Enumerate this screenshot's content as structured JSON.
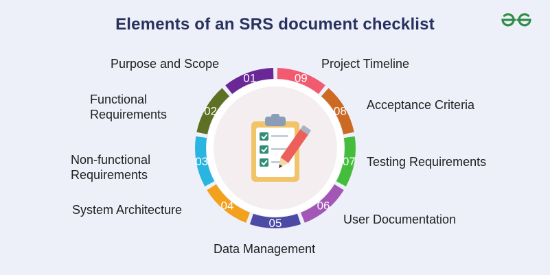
{
  "title": "Elements of an SRS document checklist",
  "brand": {
    "color": "#2f8d46",
    "icon": "geeksforgeeks-logo-icon"
  },
  "center_icon": "clipboard-checklist-pencil-icon",
  "segments": [
    {
      "number": "01",
      "label": "Purpose and Scope",
      "color": "#6a2796"
    },
    {
      "number": "02",
      "label": "Functional Requirements",
      "color": "#5e7024"
    },
    {
      "number": "03",
      "label": "Non-functional Requirements",
      "color": "#29b5e0"
    },
    {
      "number": "04",
      "label": "System Architecture",
      "color": "#f3a01c"
    },
    {
      "number": "05",
      "label": "Data Management",
      "color": "#4b4aa4"
    },
    {
      "number": "06",
      "label": "User Documentation",
      "color": "#a256b5"
    },
    {
      "number": "07",
      "label": "Testing Requirements",
      "color": "#45bd3c"
    },
    {
      "number": "08",
      "label": "Acceptance Criteria",
      "color": "#cc6a24"
    },
    {
      "number": "09",
      "label": "Project Timeline",
      "color": "#f25a6f"
    }
  ]
}
